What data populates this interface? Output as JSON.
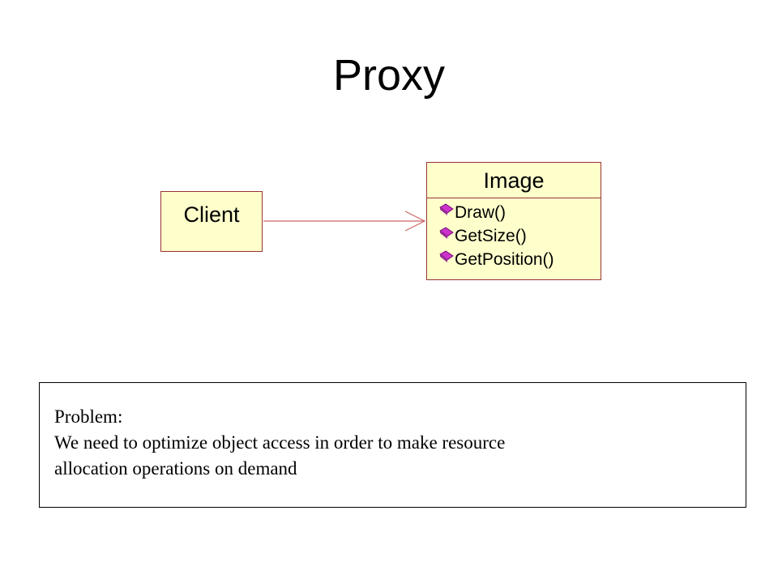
{
  "title": "Proxy",
  "diagram": {
    "client": {
      "name": "Client"
    },
    "image": {
      "name": "Image",
      "operations": [
        "Draw()",
        "GetSize()",
        "GetPosition()"
      ]
    },
    "colors": {
      "class_fill": "#ffffcc",
      "class_border": "#993333",
      "association_line": "#cc6666",
      "operation_icon": "#cc33cc"
    }
  },
  "problem": {
    "heading": "Problem:",
    "lines": [
      "We need to optimize object access in order to make resource",
      "allocation operations on demand"
    ]
  }
}
